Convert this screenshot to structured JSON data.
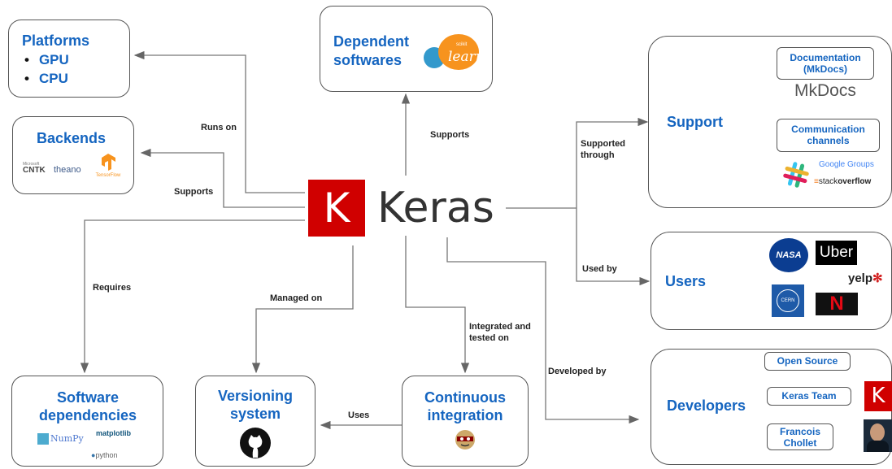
{
  "center": {
    "logo_letter": "K",
    "name": "Keras"
  },
  "nodes": {
    "platforms": {
      "title": "Platforms",
      "items": [
        "GPU",
        "CPU"
      ]
    },
    "backends": {
      "title": "Backends",
      "logos": [
        "CNTK",
        "theano",
        "TensorFlow"
      ],
      "cntk_small": "Microsoft"
    },
    "dependent": {
      "title_line1": "Dependent",
      "title_line2": "softwares",
      "logo_top": "scikit",
      "logo_main": "learn"
    },
    "support": {
      "title": "Support",
      "doc_label_line1": "Documentation",
      "doc_label_line2": "(MkDocs)",
      "mkdocs_logo": "MkDocs",
      "comm_label_line1": "Communication",
      "comm_label_line2": "channels",
      "google_groups": "Google Groups",
      "stackoverflow_a": "stack",
      "stackoverflow_b": "overflow"
    },
    "users": {
      "title": "Users",
      "logos": [
        "NASA",
        "Uber",
        "yelp",
        "CERN",
        "N"
      ]
    },
    "developers": {
      "title": "Developers",
      "open_source": "Open Source",
      "keras_team": "Keras Team",
      "francois_line1": "Francois",
      "francois_line2": "Chollet",
      "k_logo": "K"
    },
    "software_deps": {
      "title_line1": "Software",
      "title_line2": "dependencies",
      "logos": [
        "NumPy",
        "matplotlib",
        "python"
      ]
    },
    "versioning": {
      "title_line1": "Versioning",
      "title_line2": "system"
    },
    "ci": {
      "title_line1": "Continuous",
      "title_line2": "integration"
    }
  },
  "edges": {
    "runs_on": "Runs on",
    "supports_backends": "Supports",
    "supports_dependent": "Supports",
    "supported_through_1": "Supported",
    "supported_through_2": "through",
    "used_by": "Used by",
    "requires": "Requires",
    "managed_on": "Managed on",
    "integrated_1": "Integrated and",
    "integrated_2": "tested on",
    "developed_by": "Developed by",
    "uses": "Uses"
  },
  "colors": {
    "title_blue": "#1565c0",
    "keras_red": "#d00000",
    "edge_gray": "#666666"
  }
}
